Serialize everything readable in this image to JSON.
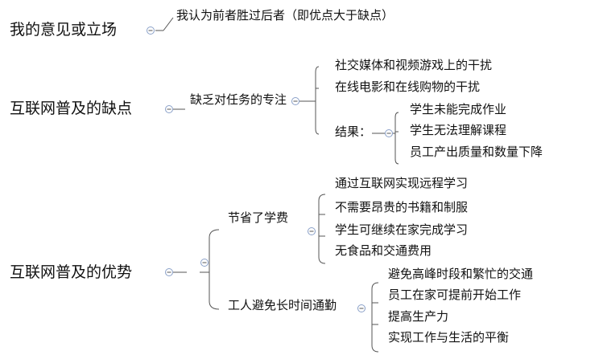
{
  "mindmap": {
    "opinion": {
      "title": "我的意见或立场",
      "point": "我认为前者胜过后者（即优点大于缺点）"
    },
    "disadvantages": {
      "title": "互联网普及的缺点",
      "branch": "缺乏对任务的专注",
      "items": [
        "社交媒体和视频游戏上的干扰",
        "在线电影和在线购物的干扰"
      ],
      "result_label": "结果：",
      "results": [
        "学生未能完成作业",
        "学生无法理解课程",
        "员工产出质量和数量下降"
      ]
    },
    "advantages": {
      "title": "互联网普及的优势",
      "savings": {
        "label": "节省了学费",
        "items": [
          "通过互联网实现远程学习",
          "不需要昂贵的书籍和制服",
          "学生可继续在家完成学习",
          "无食品和交通费用"
        ]
      },
      "commute": {
        "label": "工人避免长时间通勤",
        "items": [
          "避免高峰时段和繁忙的交通",
          "员工在家可提前开始工作",
          "提高生产力",
          "实现工作与生活的平衡"
        ]
      }
    }
  }
}
